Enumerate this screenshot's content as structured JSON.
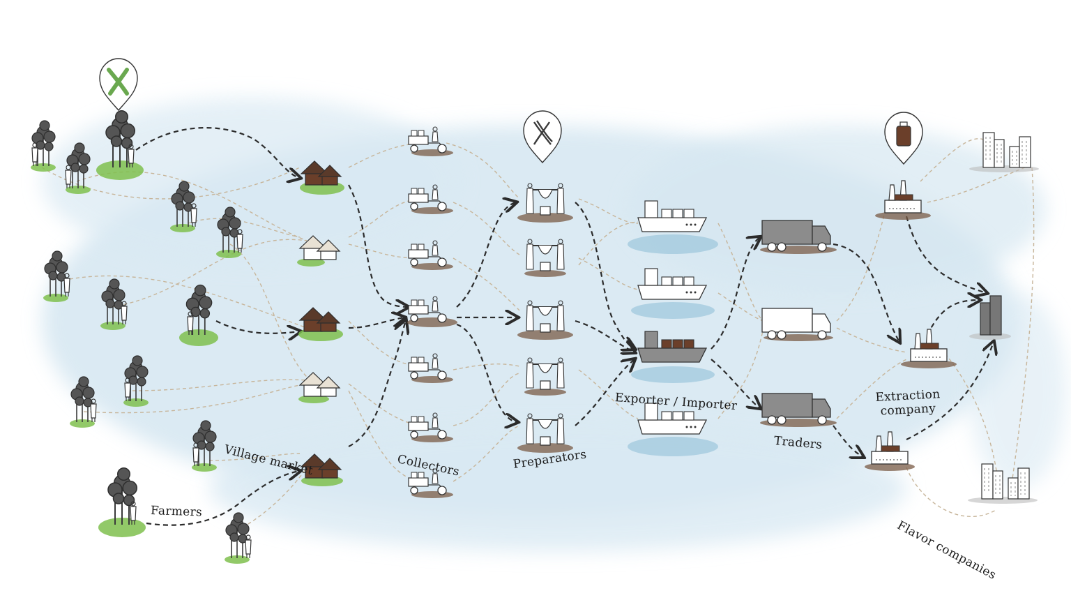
{
  "labels": {
    "farmers": "Farmers",
    "village_market": "Village market",
    "collectors": "Collectors",
    "preparators": "Preparators",
    "exporter_importer": "Exporter / Importer",
    "traders": "Traders",
    "extraction_company": "Extraction company",
    "flavor_companies": "Flavor companies"
  },
  "icons": {
    "stage1": "green-vanilla-pod-pin-icon",
    "stage2": "cured-vanilla-bean-pin-icon",
    "stage3": "vanilla-extract-bottle-pin-icon"
  },
  "colors": {
    "water": "#cfe3ef",
    "grass": "#7fbf4d",
    "soil": "#7a5b45",
    "hut": "#6b3f2a",
    "main_flow": "#2b2b2b",
    "minor_flow": "#c7b59a",
    "vehicle_fill": "#8c8c8c"
  }
}
